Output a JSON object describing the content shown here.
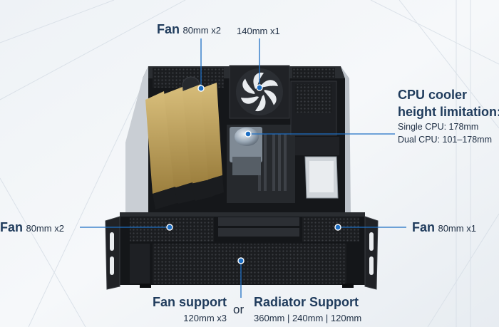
{
  "callouts": {
    "fan_top_left": {
      "title": "Fan",
      "detail": "80mm x2"
    },
    "fan_top_center": {
      "detail": "140mm x1"
    },
    "cpu_cooler": {
      "title_line1": "CPU cooler",
      "title_line2": "height limitation:",
      "single": "Single CPU: 178mm",
      "dual": "Dual CPU: 101–178mm"
    },
    "fan_front_left": {
      "title": "Fan",
      "detail": "80mm x2"
    },
    "fan_front_right": {
      "title": "Fan",
      "detail": "80mm x1"
    },
    "fan_support": {
      "title": "Fan support",
      "detail": "120mm x3"
    },
    "connector": "or",
    "radiator_support": {
      "title": "Radiator Support",
      "detail": "360mm | 240mm | 120mm"
    }
  },
  "colors": {
    "leader_line": "#1e6fc4",
    "marker": "#1e6fc4",
    "chassis": "#1b1d20",
    "gpu_gold": "#b89a55",
    "heading_text": "#1f3b5c"
  }
}
